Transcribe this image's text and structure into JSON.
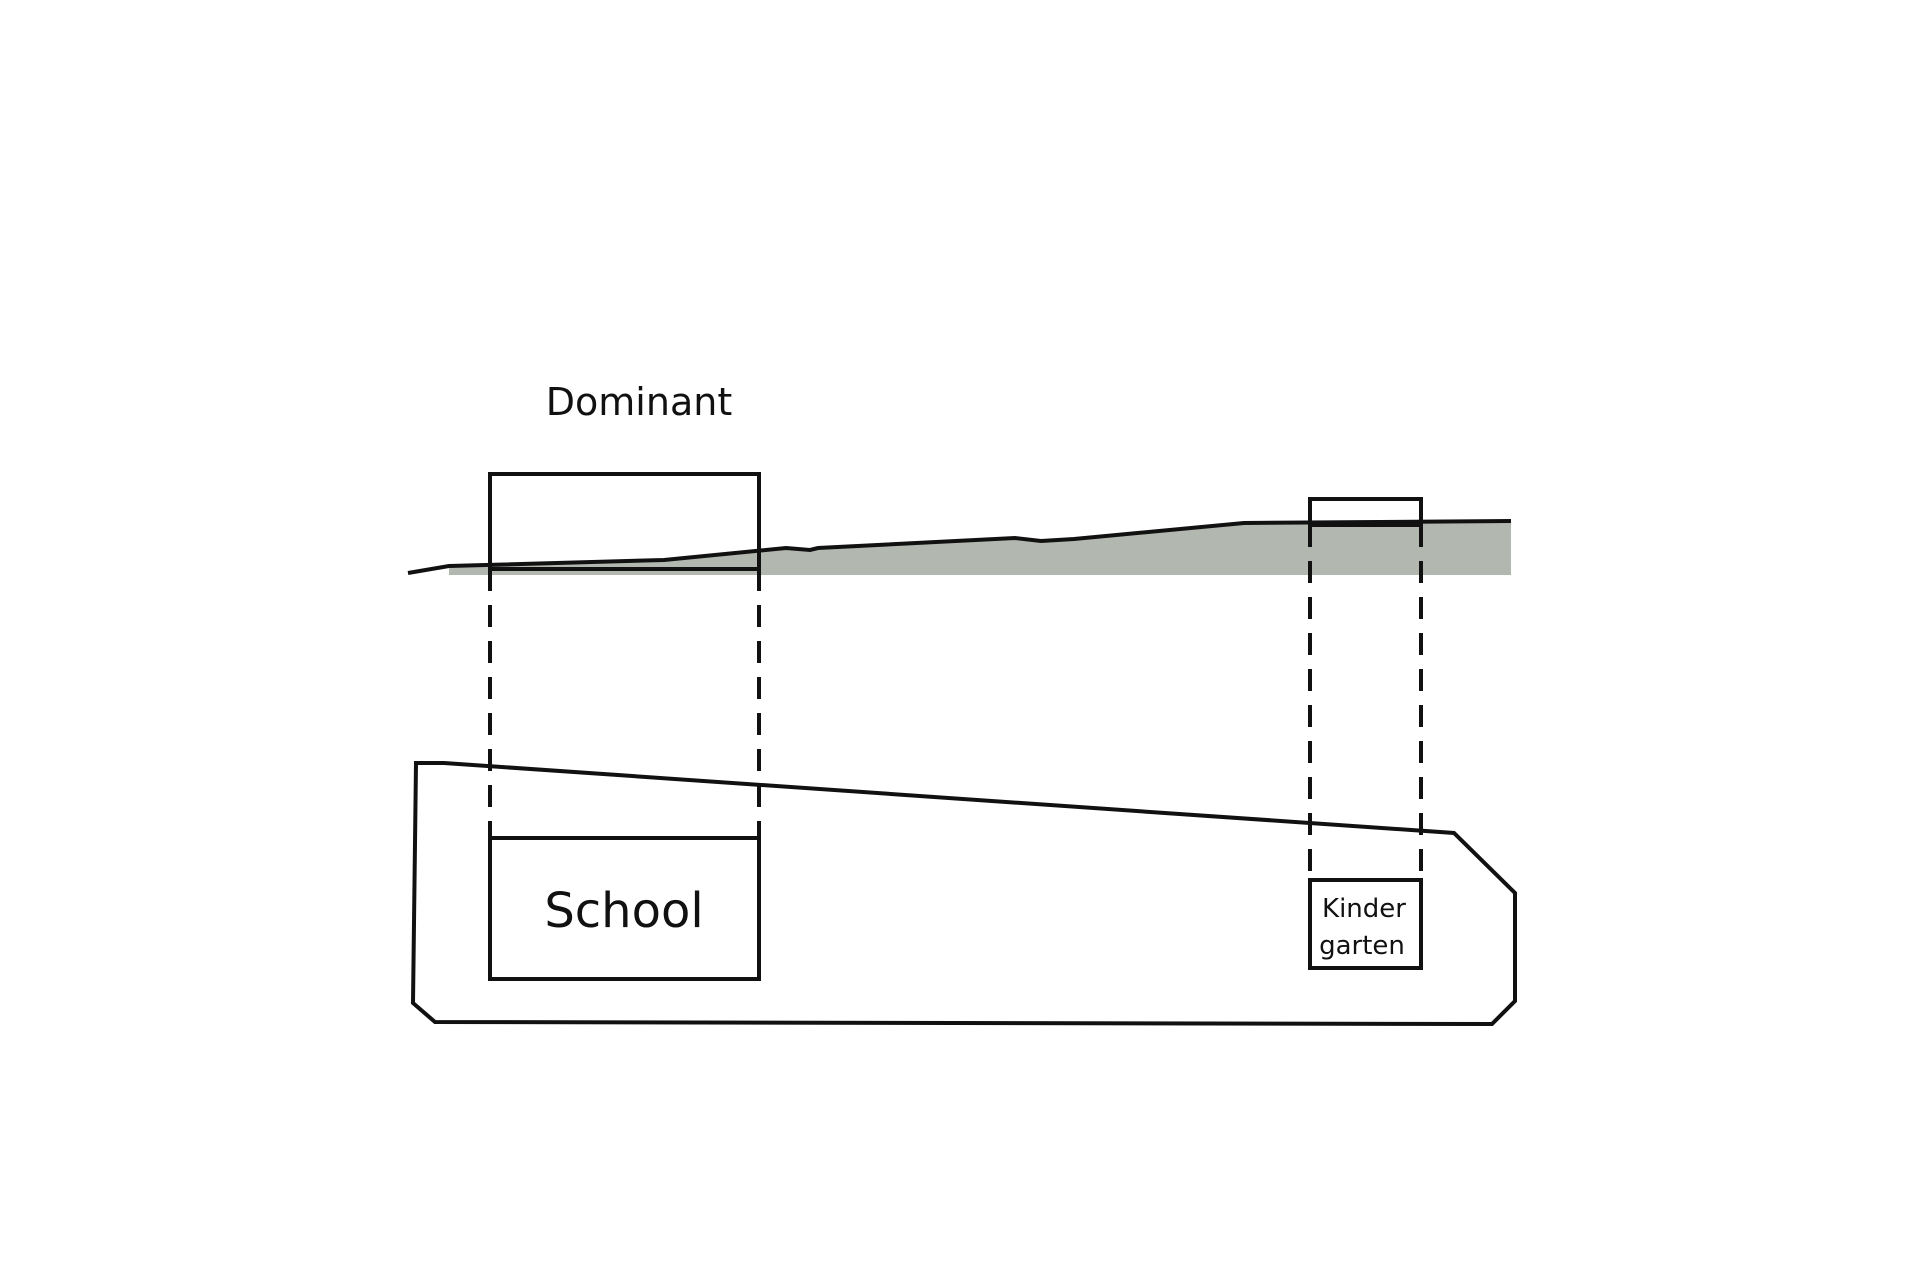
{
  "labels": {
    "dominant": "Dominant",
    "school": "School",
    "kindergarten_line1": "Kinder",
    "kindergarten_line2": "garten"
  },
  "colors": {
    "terrain_fill": "#b2b7b0",
    "stroke": "#111111",
    "background": "#ffffff"
  }
}
